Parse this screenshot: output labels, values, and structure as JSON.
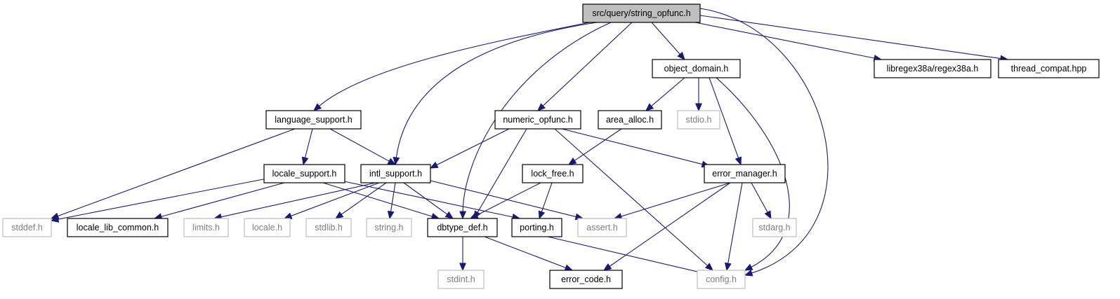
{
  "graph": {
    "title": "src/query/string_opfunc.h",
    "colors": {
      "edge": "#191970",
      "root_fill": "#bfbfbf",
      "node_border": "#000000",
      "external_border": "#bfbfbf",
      "external_text": "#7f7f7f"
    },
    "nodes": [
      {
        "id": "root",
        "label": "src/query/string_opfunc.h",
        "style": "root"
      },
      {
        "id": "object_domain",
        "label": "object_domain.h",
        "style": "internal"
      },
      {
        "id": "libregex",
        "label": "libregex38a/regex38a.h",
        "style": "internal"
      },
      {
        "id": "thread_compat",
        "label": "thread_compat.hpp",
        "style": "internal"
      },
      {
        "id": "language_support",
        "label": "language_support.h",
        "style": "internal"
      },
      {
        "id": "numeric_opfunc",
        "label": "numeric_opfunc.h",
        "style": "internal"
      },
      {
        "id": "area_alloc",
        "label": "area_alloc.h",
        "style": "internal"
      },
      {
        "id": "stdio",
        "label": "stdio.h",
        "style": "external"
      },
      {
        "id": "locale_support",
        "label": "locale_support.h",
        "style": "internal"
      },
      {
        "id": "intl_support",
        "label": "intl_support.h",
        "style": "internal"
      },
      {
        "id": "lock_free",
        "label": "lock_free.h",
        "style": "internal"
      },
      {
        "id": "error_manager",
        "label": "error_manager.h",
        "style": "internal"
      },
      {
        "id": "stddef",
        "label": "stddef.h",
        "style": "external"
      },
      {
        "id": "locale_lib_common",
        "label": "locale_lib_common.h",
        "style": "internal"
      },
      {
        "id": "limits",
        "label": "limits.h",
        "style": "external"
      },
      {
        "id": "locale",
        "label": "locale.h",
        "style": "external"
      },
      {
        "id": "stdlib",
        "label": "stdlib.h",
        "style": "external"
      },
      {
        "id": "string",
        "label": "string.h",
        "style": "external"
      },
      {
        "id": "dbtype_def",
        "label": "dbtype_def.h",
        "style": "internal"
      },
      {
        "id": "porting",
        "label": "porting.h",
        "style": "internal"
      },
      {
        "id": "assert",
        "label": "assert.h",
        "style": "external"
      },
      {
        "id": "stdarg",
        "label": "stdarg.h",
        "style": "external"
      },
      {
        "id": "stdint",
        "label": "stdint.h",
        "style": "external"
      },
      {
        "id": "error_code",
        "label": "error_code.h",
        "style": "internal"
      },
      {
        "id": "config",
        "label": "config.h",
        "style": "external"
      }
    ],
    "edges": [
      [
        "root",
        "language_support"
      ],
      [
        "root",
        "intl_support"
      ],
      [
        "root",
        "dbtype_def"
      ],
      [
        "root",
        "numeric_opfunc"
      ],
      [
        "root",
        "object_domain"
      ],
      [
        "root",
        "libregex"
      ],
      [
        "root",
        "thread_compat"
      ],
      [
        "root",
        "config"
      ],
      [
        "object_domain",
        "area_alloc"
      ],
      [
        "object_domain",
        "stdio"
      ],
      [
        "object_domain",
        "error_manager"
      ],
      [
        "object_domain",
        "config"
      ],
      [
        "language_support",
        "stddef"
      ],
      [
        "language_support",
        "locale_support"
      ],
      [
        "language_support",
        "intl_support"
      ],
      [
        "numeric_opfunc",
        "intl_support"
      ],
      [
        "numeric_opfunc",
        "dbtype_def"
      ],
      [
        "numeric_opfunc",
        "error_manager"
      ],
      [
        "numeric_opfunc",
        "config"
      ],
      [
        "area_alloc",
        "lock_free"
      ],
      [
        "locale_support",
        "stddef"
      ],
      [
        "locale_support",
        "locale_lib_common"
      ],
      [
        "locale_support",
        "dbtype_def"
      ],
      [
        "locale_support",
        "porting"
      ],
      [
        "intl_support",
        "limits"
      ],
      [
        "intl_support",
        "locale"
      ],
      [
        "intl_support",
        "stdlib"
      ],
      [
        "intl_support",
        "string"
      ],
      [
        "intl_support",
        "dbtype_def"
      ],
      [
        "intl_support",
        "assert"
      ],
      [
        "lock_free",
        "dbtype_def"
      ],
      [
        "lock_free",
        "porting"
      ],
      [
        "error_manager",
        "assert"
      ],
      [
        "error_manager",
        "stdarg"
      ],
      [
        "error_manager",
        "error_code"
      ],
      [
        "error_manager",
        "config"
      ],
      [
        "dbtype_def",
        "stdint"
      ],
      [
        "dbtype_def",
        "error_code"
      ],
      [
        "porting",
        "config"
      ]
    ]
  }
}
